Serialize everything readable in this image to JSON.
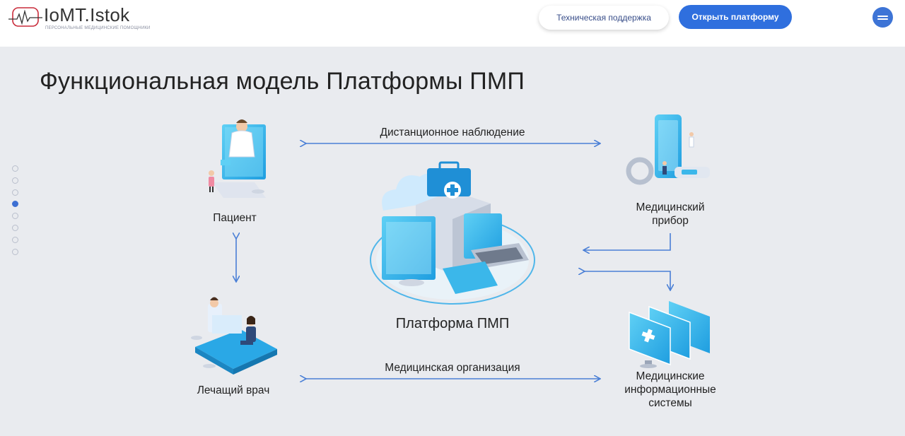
{
  "header": {
    "logo_text": "IoMT.Istok",
    "logo_tagline": "ПЕРСОНАЛЬНЫЕ МЕДИЦИНСКИЕ ПОМОЩНИКИ",
    "support_button": "Техническая поддержка",
    "open_button": "Открыть платформу",
    "menu_icon": "hamburger-icon"
  },
  "main": {
    "title": "Функциональная модель Платформы ПМП",
    "pager": {
      "count": 8,
      "active_index": 3
    },
    "nodes": {
      "patient": "Пациент",
      "doctor": "Лечащий врач",
      "platform": "Платформа ПМП",
      "device_line1": "Медицинский",
      "device_line2": "прибор",
      "mis_line1": "Медицинские",
      "mis_line2": "информационные",
      "mis_line3": "системы"
    },
    "links": {
      "top": "Дистанционное наблюдение",
      "bottom": "Медицинская организация"
    },
    "colors": {
      "accent": "#2f6fde",
      "arrow": "#4a7fd6",
      "illustration_blue": "#3bb7ea"
    }
  }
}
